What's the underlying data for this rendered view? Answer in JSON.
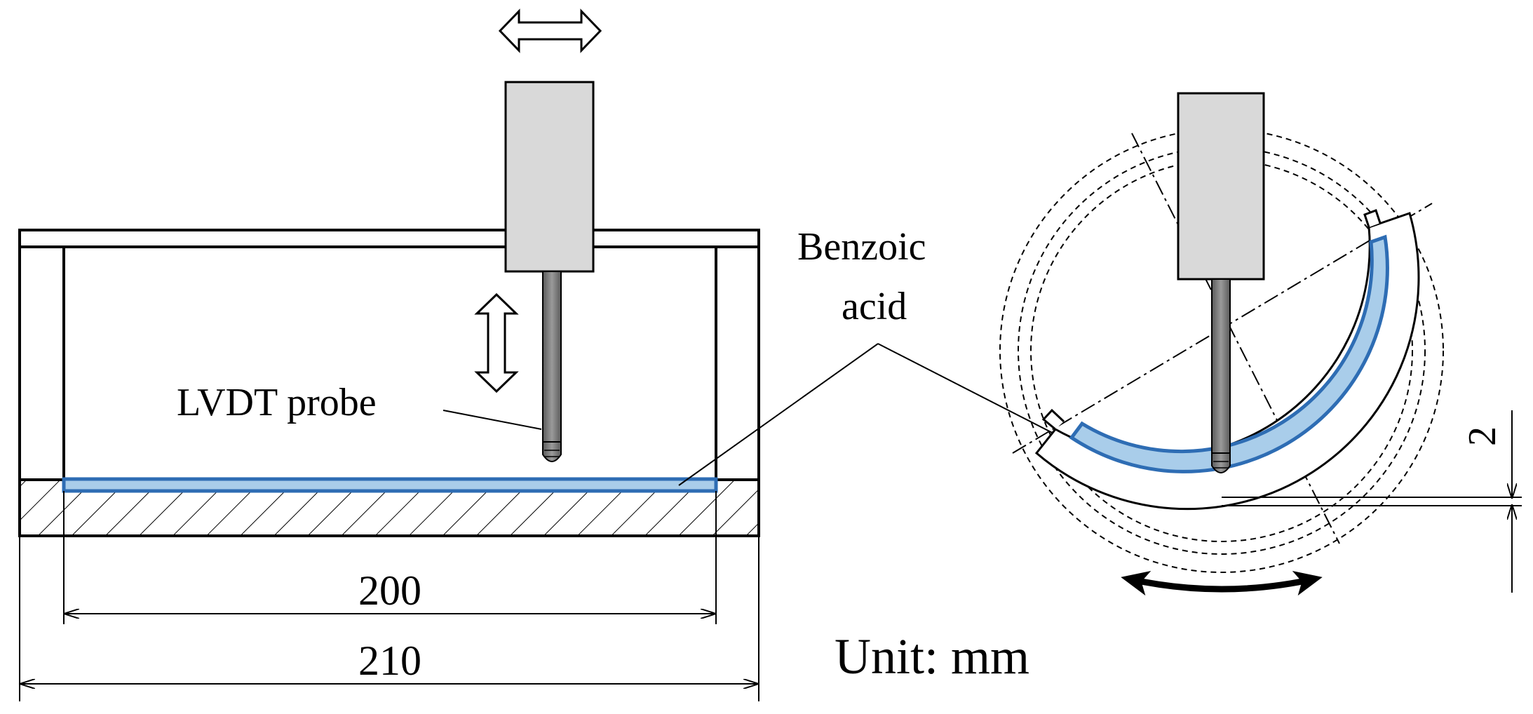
{
  "labels": {
    "probe": "LVDT probe",
    "benzoic_line1": "Benzoic",
    "benzoic_line2": "acid",
    "unit": "Unit: mm"
  },
  "dimensions": {
    "inner_length": "200",
    "outer_length": "210",
    "gap": "2"
  },
  "colors": {
    "coating_fill": "#a9cdea",
    "coating_edge": "#2e6db4",
    "probe_body": "#d9d9d9",
    "probe_rod": "#7f7f7f",
    "line": "#000000"
  }
}
